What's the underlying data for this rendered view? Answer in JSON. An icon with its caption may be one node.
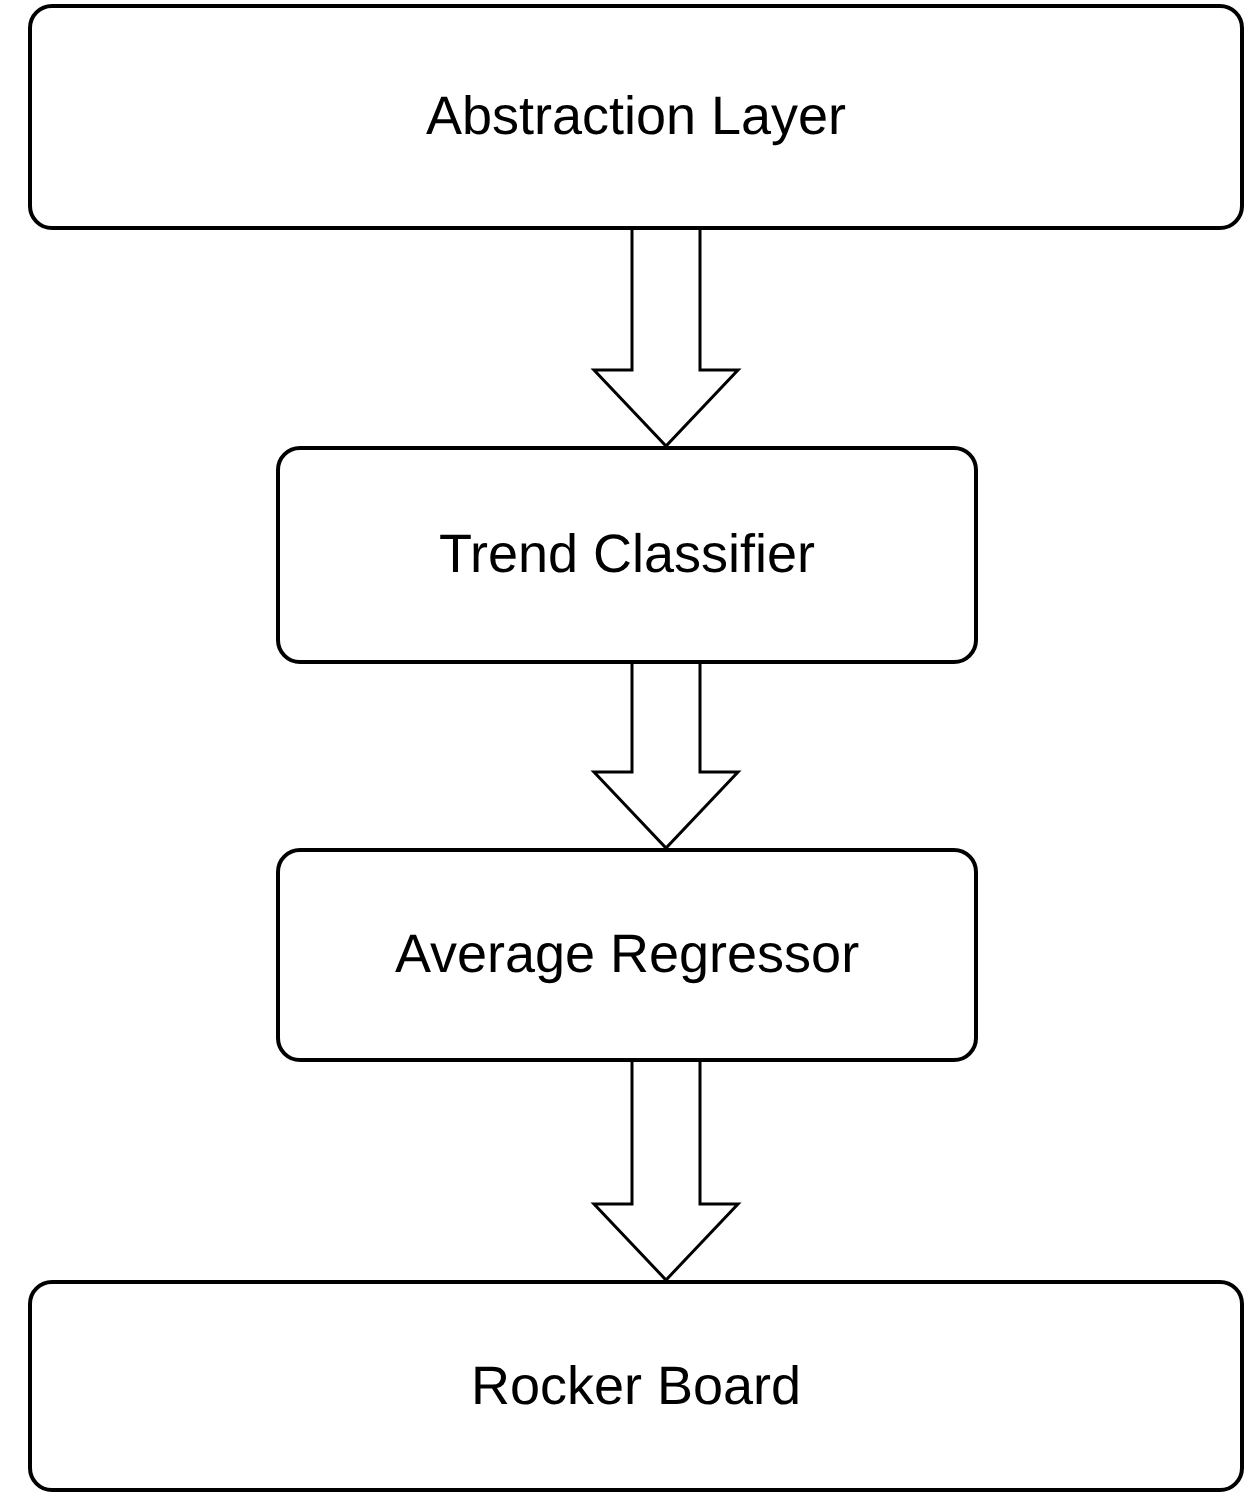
{
  "diagram": {
    "nodes": [
      {
        "text": [
          "Abstraction Layer"
        ]
      },
      {
        "text": [
          "Trend Classifier"
        ]
      },
      {
        "text": [
          "Average Regressor"
        ]
      },
      {
        "text": [
          "Rocker Board"
        ]
      }
    ],
    "edges": [
      {
        "from": 0,
        "to": 1,
        "arrow": "to"
      },
      {
        "from": 1,
        "to": 2,
        "arrow": "to"
      },
      {
        "from": 2,
        "to": 3,
        "arrow": "to"
      }
    ]
  }
}
